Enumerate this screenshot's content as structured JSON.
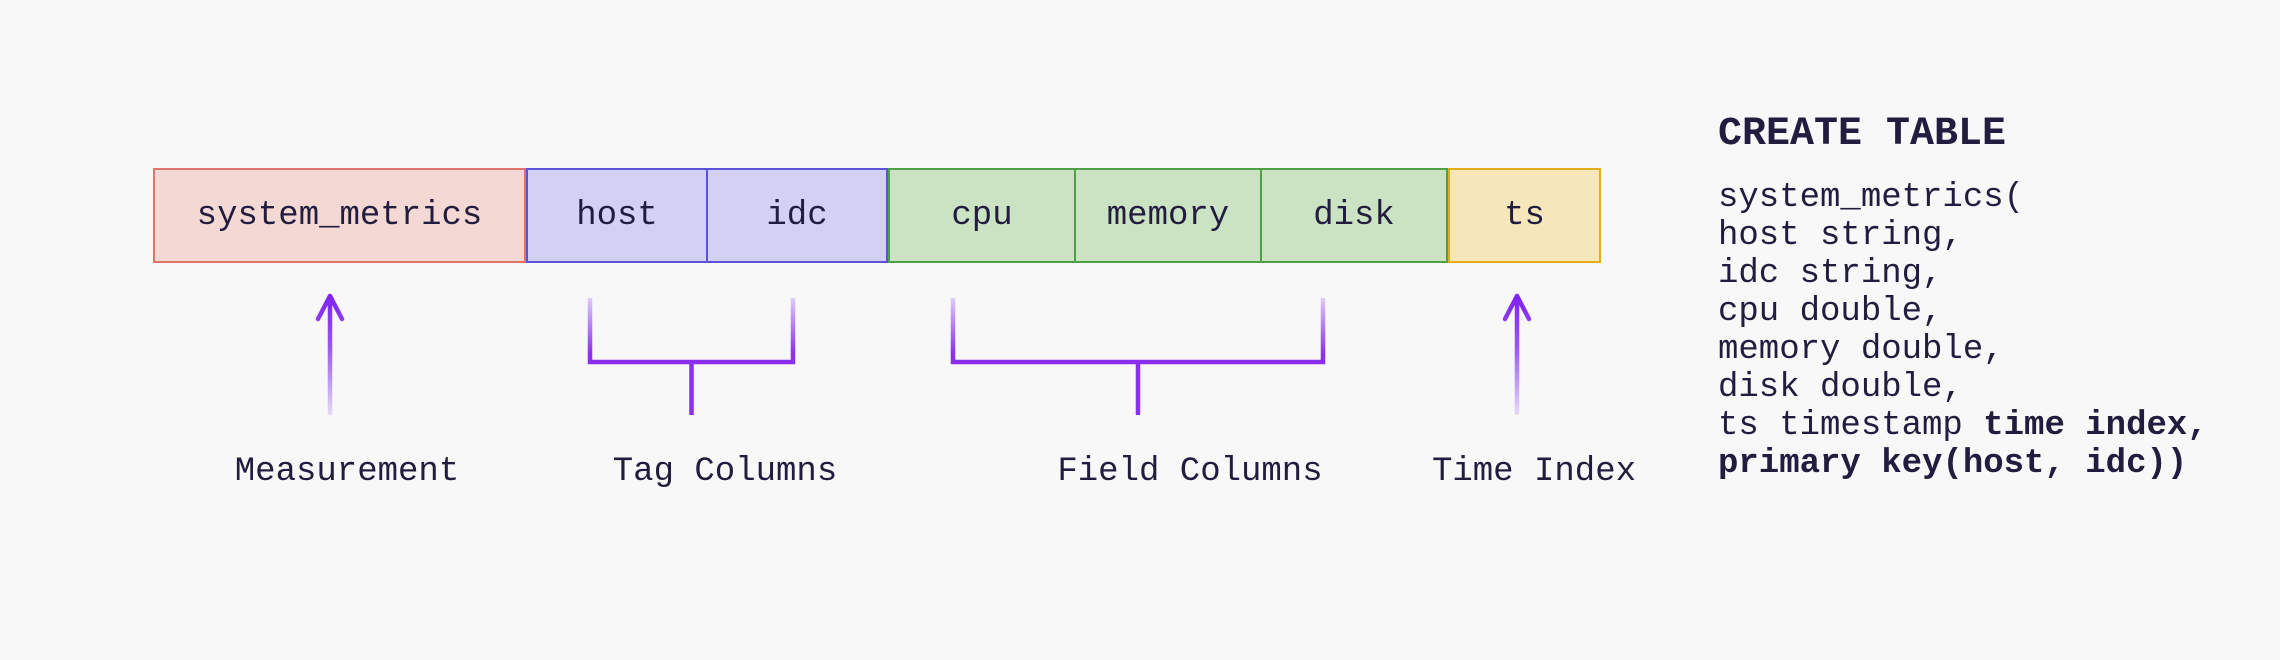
{
  "colors": {
    "background": "#f8f8f8",
    "ink": "#221d3f",
    "connector_purple": "#8b2ff0",
    "connector_purple_light": "#e0d2f7",
    "measurement_fill": "#f4d8d3",
    "measurement_border": "#e0746b",
    "tag_fill": "#d2d0f5",
    "tag_border": "#5b52d9",
    "field_fill": "#cbe2c3",
    "field_border": "#4f9f45",
    "time_fill": "#f5e6bb",
    "time_border": "#e2ad1b"
  },
  "table_bar": {
    "measurement_cell": "system_metrics",
    "tag_cells": [
      "host",
      "idc"
    ],
    "field_cells": [
      "cpu",
      "memory",
      "disk"
    ],
    "time_cell": "ts"
  },
  "annotations": {
    "measurement": "Measurement",
    "tag": "Tag Columns",
    "field": "Field Columns",
    "time": "Time Index"
  },
  "sql": {
    "heading": "CREATE TABLE",
    "lines": [
      {
        "text": "system_metrics("
      },
      {
        "text": "host string,"
      },
      {
        "text": "idc string,"
      },
      {
        "text": "cpu double,"
      },
      {
        "text": "memory double,"
      },
      {
        "text": "disk double,"
      },
      {
        "text": "ts timestamp ",
        "bold_suffix": "time index,"
      },
      {
        "bold": "primary key(host, idc))"
      }
    ]
  }
}
